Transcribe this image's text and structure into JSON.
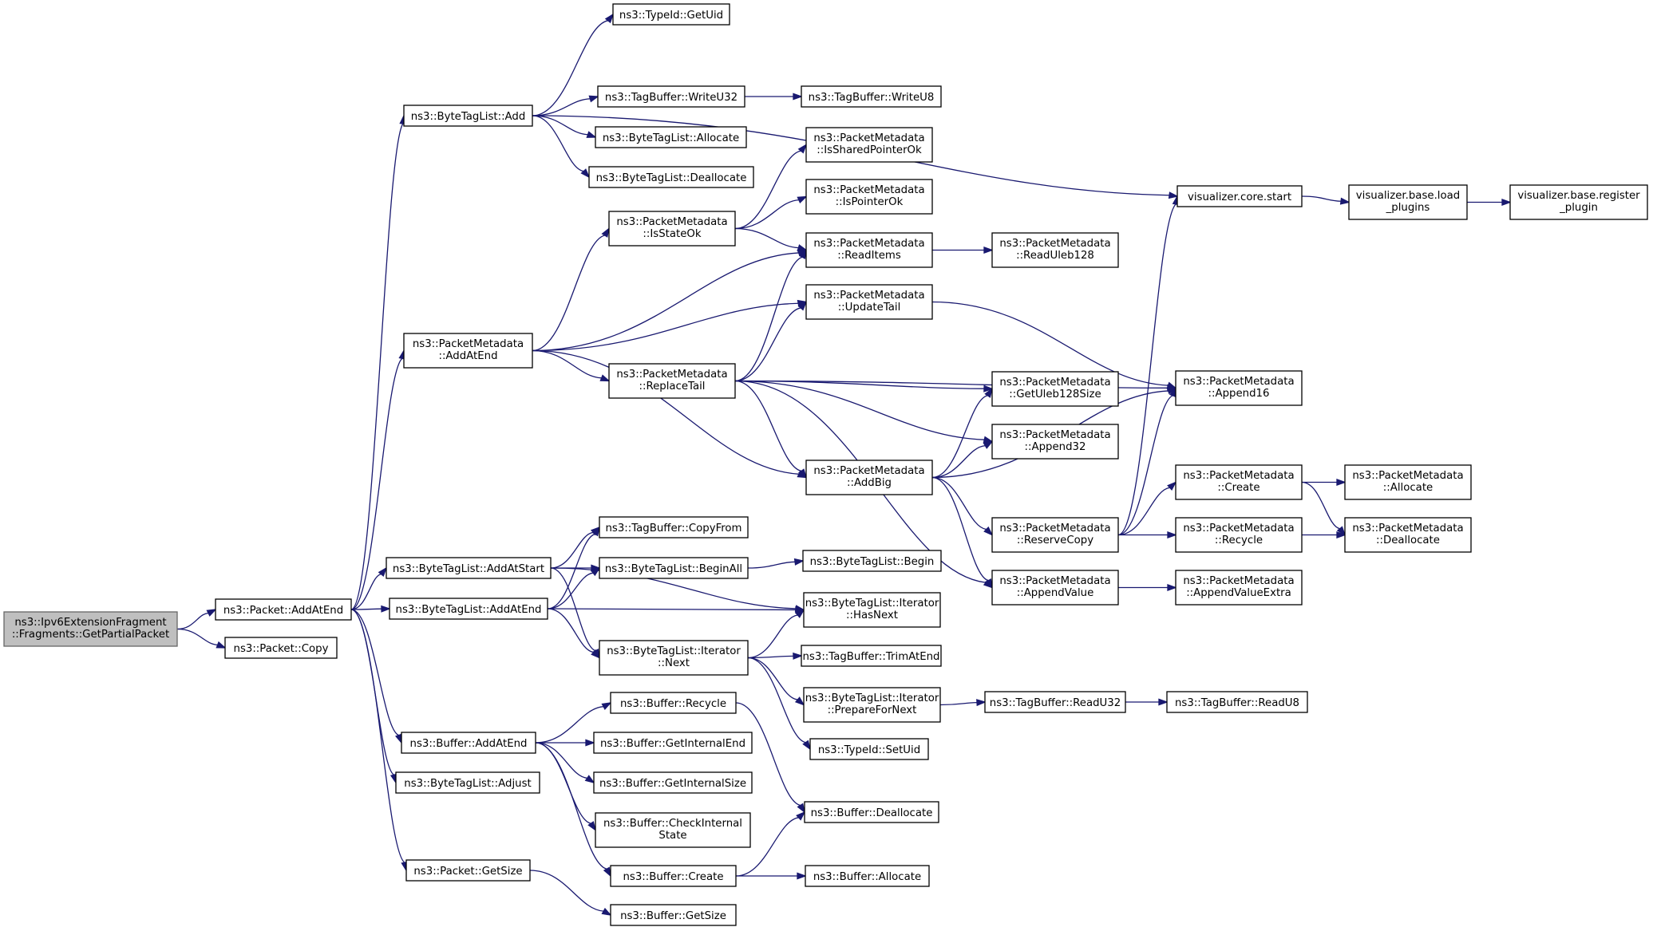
{
  "graph": {
    "edge_color": "#191970",
    "root_fill": "#bfbfbf",
    "nodes": [
      {
        "id": "root",
        "lines": [
          "ns3::Ipv6ExtensionFragment",
          "::Fragments::GetPartialPacket"
        ],
        "root": true
      },
      {
        "id": "pkt_addatend",
        "lines": [
          "ns3::Packet::AddAtEnd"
        ]
      },
      {
        "id": "pkt_copy",
        "lines": [
          "ns3::Packet::Copy"
        ]
      },
      {
        "id": "btl_add",
        "lines": [
          "ns3::ByteTagList::Add"
        ]
      },
      {
        "id": "pm_addatend",
        "lines": [
          "ns3::PacketMetadata",
          "::AddAtEnd"
        ]
      },
      {
        "id": "btl_addatstart",
        "lines": [
          "ns3::ByteTagList::AddAtStart"
        ]
      },
      {
        "id": "btl_addatend",
        "lines": [
          "ns3::ByteTagList::AddAtEnd"
        ]
      },
      {
        "id": "buf_addatend",
        "lines": [
          "ns3::Buffer::AddAtEnd"
        ]
      },
      {
        "id": "btl_adjust",
        "lines": [
          "ns3::ByteTagList::Adjust"
        ]
      },
      {
        "id": "pkt_getsize",
        "lines": [
          "ns3::Packet::GetSize"
        ]
      },
      {
        "id": "typeid_getuid",
        "lines": [
          "ns3::TypeId::GetUid"
        ]
      },
      {
        "id": "tb_writeu32",
        "lines": [
          "ns3::TagBuffer::WriteU32"
        ]
      },
      {
        "id": "tb_writeu8",
        "lines": [
          "ns3::TagBuffer::WriteU8"
        ]
      },
      {
        "id": "btl_allocate",
        "lines": [
          "ns3::ByteTagList::Allocate"
        ]
      },
      {
        "id": "btl_deallocate",
        "lines": [
          "ns3::ByteTagList::Deallocate"
        ]
      },
      {
        "id": "viz_core_start",
        "lines": [
          "visualizer.core.start"
        ]
      },
      {
        "id": "viz_load_plugins",
        "lines": [
          "visualizer.base.load",
          "_plugins"
        ]
      },
      {
        "id": "viz_register_plugin",
        "lines": [
          "visualizer.base.register",
          "_plugin"
        ]
      },
      {
        "id": "pm_issharedpointerok",
        "lines": [
          "ns3::PacketMetadata",
          "::IsSharedPointerOk"
        ]
      },
      {
        "id": "pm_ispointerok",
        "lines": [
          "ns3::PacketMetadata",
          "::IsPointerOk"
        ]
      },
      {
        "id": "pm_isstateok",
        "lines": [
          "ns3::PacketMetadata",
          "::IsStateOk"
        ]
      },
      {
        "id": "pm_readitems",
        "lines": [
          "ns3::PacketMetadata",
          "::ReadItems"
        ]
      },
      {
        "id": "pm_readuleb128",
        "lines": [
          "ns3::PacketMetadata",
          "::ReadUleb128"
        ]
      },
      {
        "id": "pm_updatetail",
        "lines": [
          "ns3::PacketMetadata",
          "::UpdateTail"
        ]
      },
      {
        "id": "pm_replacetail",
        "lines": [
          "ns3::PacketMetadata",
          "::ReplaceTail"
        ]
      },
      {
        "id": "pm_getuleb128size",
        "lines": [
          "ns3::PacketMetadata",
          "::GetUleb128Size"
        ]
      },
      {
        "id": "pm_append16",
        "lines": [
          "ns3::PacketMetadata",
          "::Append16"
        ]
      },
      {
        "id": "pm_append32",
        "lines": [
          "ns3::PacketMetadata",
          "::Append32"
        ]
      },
      {
        "id": "pm_addbig",
        "lines": [
          "ns3::PacketMetadata",
          "::AddBig"
        ]
      },
      {
        "id": "pm_create",
        "lines": [
          "ns3::PacketMetadata",
          "::Create"
        ]
      },
      {
        "id": "pm_allocate",
        "lines": [
          "ns3::PacketMetadata",
          "::Allocate"
        ]
      },
      {
        "id": "pm_reservecopy",
        "lines": [
          "ns3::PacketMetadata",
          "::ReserveCopy"
        ]
      },
      {
        "id": "pm_recycle",
        "lines": [
          "ns3::PacketMetadata",
          "::Recycle"
        ]
      },
      {
        "id": "pm_deallocate",
        "lines": [
          "ns3::PacketMetadata",
          "::Deallocate"
        ]
      },
      {
        "id": "pm_appendvalue",
        "lines": [
          "ns3::PacketMetadata",
          "::AppendValue"
        ]
      },
      {
        "id": "pm_appendvalueextra",
        "lines": [
          "ns3::PacketMetadata",
          "::AppendValueExtra"
        ]
      },
      {
        "id": "tb_copyfrom",
        "lines": [
          "ns3::TagBuffer::CopyFrom"
        ]
      },
      {
        "id": "btl_beginall",
        "lines": [
          "ns3::ByteTagList::BeginAll"
        ]
      },
      {
        "id": "btl_begin",
        "lines": [
          "ns3::ByteTagList::Begin"
        ]
      },
      {
        "id": "btli_hasnext",
        "lines": [
          "ns3::ByteTagList::Iterator",
          "::HasNext"
        ]
      },
      {
        "id": "btli_next",
        "lines": [
          "ns3::ByteTagList::Iterator",
          "::Next"
        ]
      },
      {
        "id": "tb_trimatend",
        "lines": [
          "ns3::TagBuffer::TrimAtEnd"
        ]
      },
      {
        "id": "btli_preparefornext",
        "lines": [
          "ns3::ByteTagList::Iterator",
          "::PrepareForNext"
        ]
      },
      {
        "id": "tb_readu32",
        "lines": [
          "ns3::TagBuffer::ReadU32"
        ]
      },
      {
        "id": "tb_readu8",
        "lines": [
          "ns3::TagBuffer::ReadU8"
        ]
      },
      {
        "id": "typeid_setuid",
        "lines": [
          "ns3::TypeId::SetUid"
        ]
      },
      {
        "id": "buf_recycle",
        "lines": [
          "ns3::Buffer::Recycle"
        ]
      },
      {
        "id": "buf_getinternalend",
        "lines": [
          "ns3::Buffer::GetInternalEnd"
        ]
      },
      {
        "id": "buf_getinternalsize",
        "lines": [
          "ns3::Buffer::GetInternalSize"
        ]
      },
      {
        "id": "buf_checkinternalstate",
        "lines": [
          "ns3::Buffer::CheckInternal",
          "State"
        ]
      },
      {
        "id": "buf_deallocate",
        "lines": [
          "ns3::Buffer::Deallocate"
        ]
      },
      {
        "id": "buf_create",
        "lines": [
          "ns3::Buffer::Create"
        ]
      },
      {
        "id": "buf_allocate",
        "lines": [
          "ns3::Buffer::Allocate"
        ]
      },
      {
        "id": "buf_getsize",
        "lines": [
          "ns3::Buffer::GetSize"
        ]
      }
    ],
    "edges": [
      [
        "root",
        "pkt_addatend"
      ],
      [
        "root",
        "pkt_copy"
      ],
      [
        "pkt_addatend",
        "btl_add"
      ],
      [
        "pkt_addatend",
        "pm_addatend"
      ],
      [
        "pkt_addatend",
        "btl_addatstart"
      ],
      [
        "pkt_addatend",
        "btl_addatend"
      ],
      [
        "pkt_addatend",
        "buf_addatend"
      ],
      [
        "pkt_addatend",
        "btl_adjust"
      ],
      [
        "pkt_addatend",
        "pkt_getsize"
      ],
      [
        "btl_add",
        "typeid_getuid"
      ],
      [
        "btl_add",
        "viz_core_start"
      ],
      [
        "btl_add",
        "tb_writeu32"
      ],
      [
        "btl_add",
        "btl_allocate"
      ],
      [
        "btl_add",
        "btl_deallocate"
      ],
      [
        "tb_writeu32",
        "tb_writeu8"
      ],
      [
        "viz_core_start",
        "viz_load_plugins"
      ],
      [
        "viz_load_plugins",
        "viz_register_plugin"
      ],
      [
        "pm_addatend",
        "pm_isstateok"
      ],
      [
        "pm_addatend",
        "pm_readitems"
      ],
      [
        "pm_addatend",
        "pm_updatetail"
      ],
      [
        "pm_addatend",
        "pm_replacetail"
      ],
      [
        "pm_addatend",
        "pm_addbig"
      ],
      [
        "pm_isstateok",
        "pm_issharedpointerok"
      ],
      [
        "pm_isstateok",
        "pm_ispointerok"
      ],
      [
        "pm_isstateok",
        "pm_readitems"
      ],
      [
        "pm_readitems",
        "pm_readuleb128"
      ],
      [
        "pm_updatetail",
        "pm_append16"
      ],
      [
        "pm_replacetail",
        "pm_readitems"
      ],
      [
        "pm_replacetail",
        "pm_updatetail"
      ],
      [
        "pm_replacetail",
        "pm_append16"
      ],
      [
        "pm_replacetail",
        "pm_getuleb128size"
      ],
      [
        "pm_replacetail",
        "pm_append32"
      ],
      [
        "pm_replacetail",
        "pm_addbig"
      ],
      [
        "pm_replacetail",
        "pm_appendvalue"
      ],
      [
        "pm_addbig",
        "pm_getuleb128size"
      ],
      [
        "pm_addbig",
        "pm_append32"
      ],
      [
        "pm_addbig",
        "pm_append16"
      ],
      [
        "pm_addbig",
        "pm_reservecopy"
      ],
      [
        "pm_addbig",
        "pm_appendvalue"
      ],
      [
        "pm_reservecopy",
        "viz_core_start"
      ],
      [
        "pm_reservecopy",
        "pm_append16"
      ],
      [
        "pm_reservecopy",
        "pm_create"
      ],
      [
        "pm_reservecopy",
        "pm_recycle"
      ],
      [
        "pm_create",
        "pm_allocate"
      ],
      [
        "pm_create",
        "pm_deallocate"
      ],
      [
        "pm_recycle",
        "pm_deallocate"
      ],
      [
        "pm_appendvalue",
        "pm_appendvalueextra"
      ],
      [
        "btl_addatstart",
        "btli_hasnext"
      ],
      [
        "btl_addatstart",
        "tb_copyfrom"
      ],
      [
        "btl_addatstart",
        "btl_beginall"
      ],
      [
        "btl_addatstart",
        "btli_next"
      ],
      [
        "btl_addatend",
        "tb_copyfrom"
      ],
      [
        "btl_addatend",
        "btl_beginall"
      ],
      [
        "btl_addatend",
        "btli_hasnext"
      ],
      [
        "btl_addatend",
        "btli_next"
      ],
      [
        "btl_beginall",
        "btl_begin"
      ],
      [
        "btli_next",
        "btli_hasnext"
      ],
      [
        "btli_next",
        "tb_trimatend"
      ],
      [
        "btli_next",
        "btli_preparefornext"
      ],
      [
        "btli_next",
        "typeid_setuid"
      ],
      [
        "btli_preparefornext",
        "tb_readu32"
      ],
      [
        "tb_readu32",
        "tb_readu8"
      ],
      [
        "buf_addatend",
        "buf_recycle"
      ],
      [
        "buf_addatend",
        "buf_getinternalend"
      ],
      [
        "buf_addatend",
        "buf_getinternalsize"
      ],
      [
        "buf_addatend",
        "buf_checkinternalstate"
      ],
      [
        "buf_addatend",
        "buf_create"
      ],
      [
        "buf_recycle",
        "buf_deallocate"
      ],
      [
        "buf_create",
        "buf_deallocate"
      ],
      [
        "buf_create",
        "buf_allocate"
      ],
      [
        "pkt_getsize",
        "buf_getsize"
      ]
    ]
  }
}
